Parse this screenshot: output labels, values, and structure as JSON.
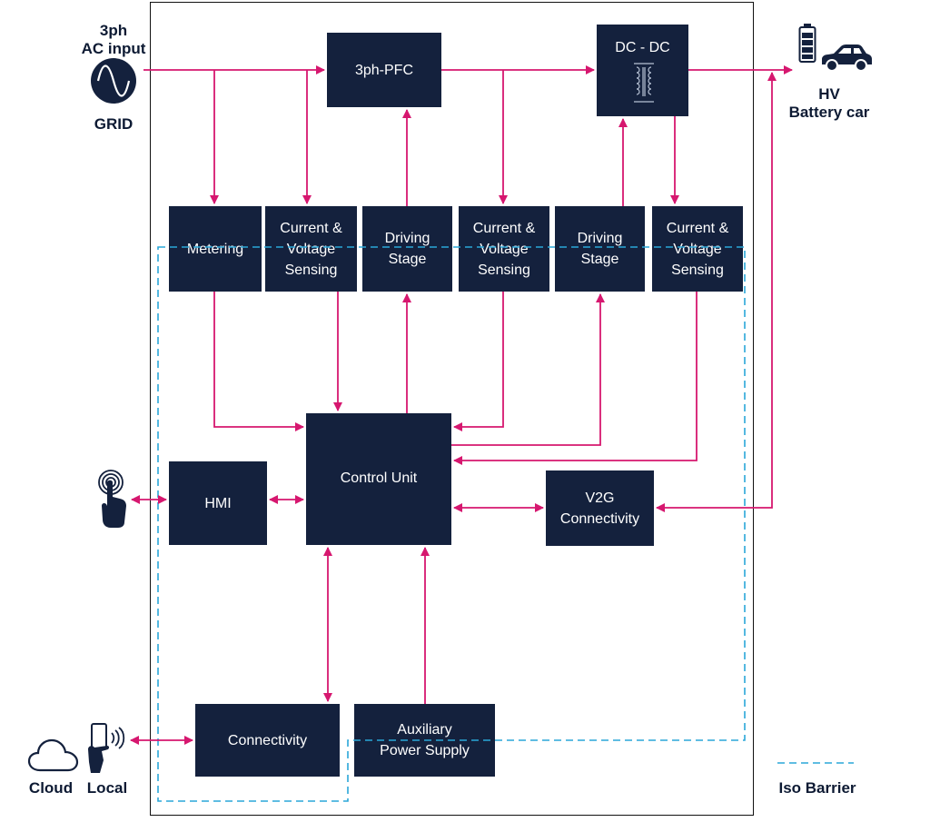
{
  "colors": {
    "block_fill": "#14213d",
    "block_text": "#ffffff",
    "signal_arrow": "#d6176f",
    "iso_barrier": "#2aa7d8",
    "frame": "#111111",
    "label_text": "#0d1a33"
  },
  "external": {
    "grid_title": "3ph\nAC input",
    "grid_label": "GRID",
    "battery_label": "HV\nBattery car",
    "cloud_label": "Cloud",
    "local_label": "Local",
    "iso_barrier_label": "Iso Barrier"
  },
  "icons": {
    "grid": "sine-wave-icon",
    "battery": "battery-icon",
    "car": "car-icon",
    "touch": "touch-hand-icon",
    "cloud": "cloud-icon",
    "phone": "phone-in-hand-icon",
    "transformer": "transformer-icon"
  },
  "blocks": {
    "pfc": "3ph-PFC",
    "dcdc": "DC - DC",
    "metering": "Metering",
    "cvs1": "Current &\nVoltage\nSensing",
    "driving1": "Driving\nStage",
    "cvs2": "Current &\nVoltage\nSensing",
    "driving2": "Driving\nStage",
    "cvs3": "Current &\nVoltage\nSensing",
    "hmi": "HMI",
    "control": "Control Unit",
    "v2g": "V2G\nConnectivity",
    "connectivity": "Connectivity",
    "aux": "Auxiliary\nPower Supply"
  }
}
